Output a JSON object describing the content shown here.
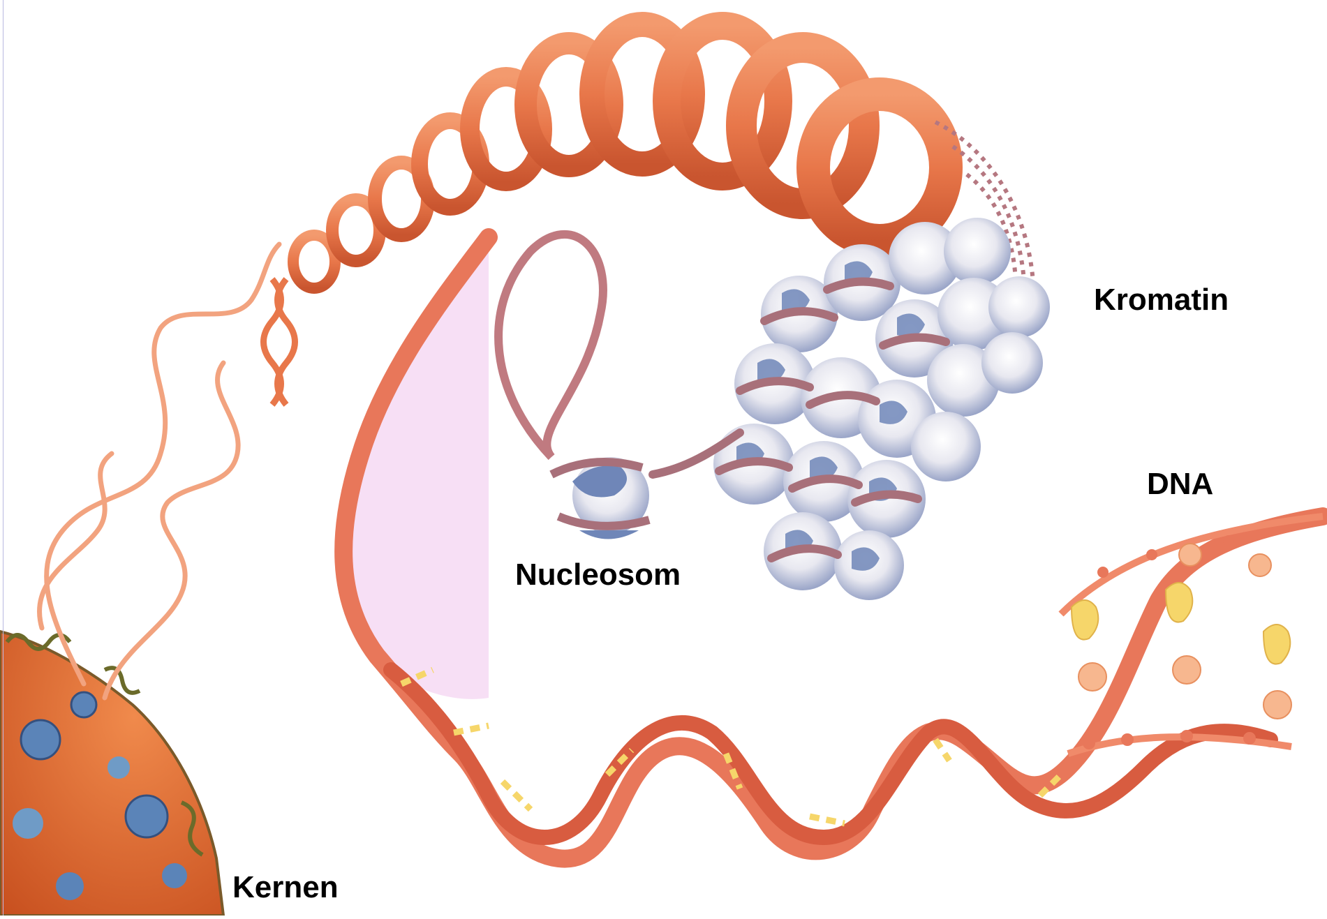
{
  "labels": {
    "kromatin": "Kromatin",
    "dna": "DNA",
    "nucleosom": "Nucleosom",
    "kernen": "Kernen"
  },
  "colors": {
    "background": "#ffffff",
    "helix_orange": "#e8774a",
    "helix_dark": "#c9552f",
    "fiber_light": "#f2a37f",
    "histone_blue": "#6f86b8",
    "histone_white": "#f2f2f6",
    "wrap_mauve": "#a8707a",
    "base_yellow": "#f6d66a",
    "groove_pink": "#e9a6d8",
    "nucleus_orange": "#e0662e"
  }
}
